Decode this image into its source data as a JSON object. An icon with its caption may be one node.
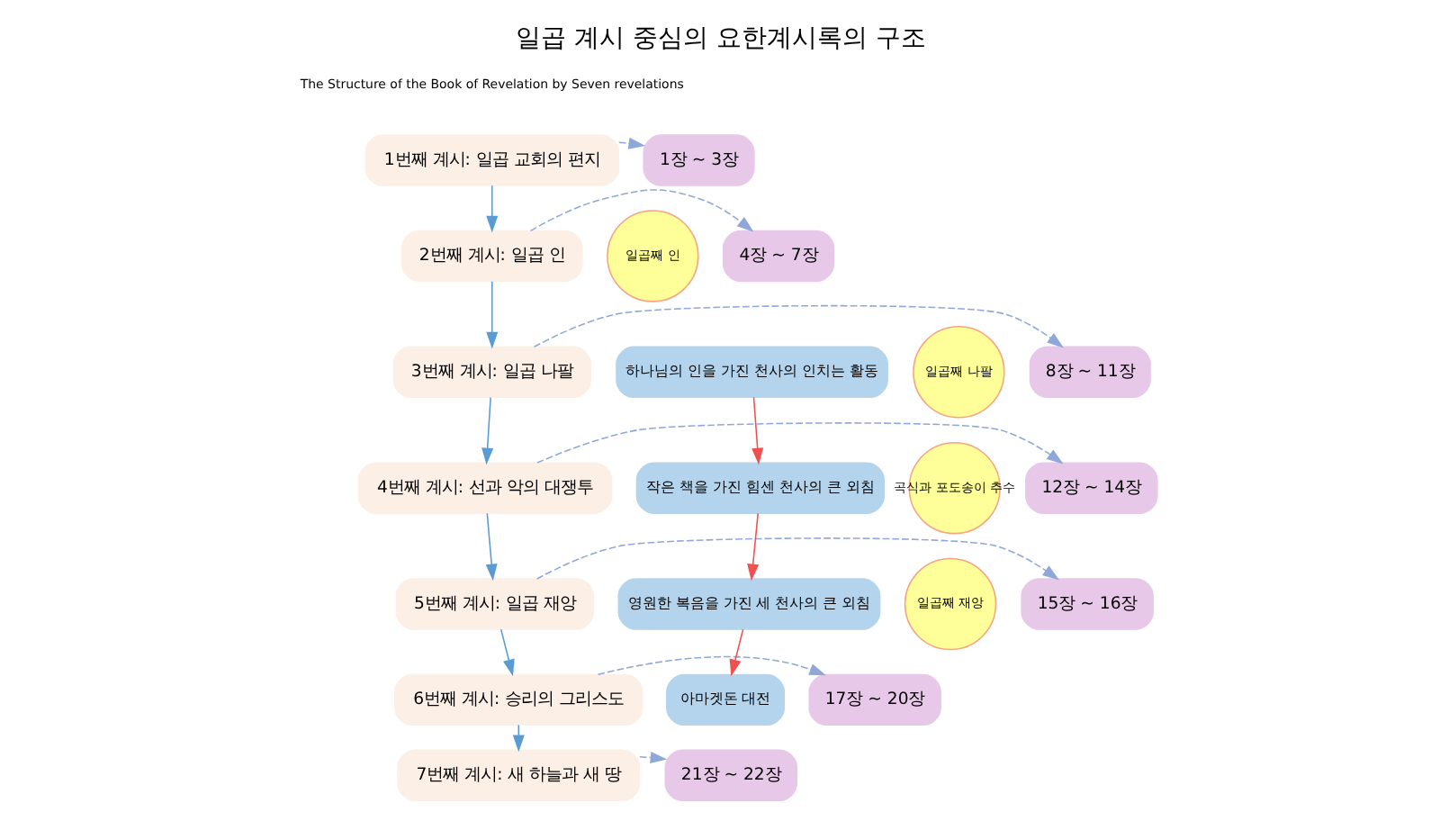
{
  "diagram": {
    "title": "일곱 계시 중심의 요한계시록의 구조",
    "nodes": [
      {
        "text": [
          "1번째 계시: 일곱 교회의 편지"
        ]
      },
      {
        "text": [
          "2번째 계시: 일곱 인"
        ]
      },
      {
        "text": [
          "3번째 계시: 일곱 나팔"
        ]
      },
      {
        "text": [
          "4번째 계시: 선과 악의 대쟁투"
        ]
      },
      {
        "text": [
          "5번째 계시: 일곱 재앙"
        ]
      },
      {
        "text": [
          "6번째 계시: 승리의 그리스도"
        ]
      },
      {
        "text": [
          "7번째 계시: 새 하늘과 새 땅"
        ]
      },
      {
        "text": [
          "1장 ~ 3장"
        ]
      },
      {
        "text": [
          "4장 ~ 7장"
        ]
      },
      {
        "text": [
          "8장 ~ 11장"
        ]
      },
      {
        "text": [
          "12장 ~ 14장"
        ]
      },
      {
        "text": [
          "15장 ~ 16장"
        ]
      },
      {
        "text": [
          "17장 ~ 20장"
        ]
      },
      {
        "text": [
          "21장 ~ 22장"
        ]
      },
      {
        "text": [
          "하나님의 인을 가진 천사의 인치는 활동"
        ]
      },
      {
        "text": [
          "작은 책을 가진 힘센 천사의 큰 외침"
        ]
      },
      {
        "text": [
          "영원한 복음을 가진 세 천사의 큰 외침"
        ]
      },
      {
        "text": [
          "아마겟돈 대전"
        ]
      },
      {
        "text": [
          "일곱째 인"
        ]
      },
      {
        "text": [
          "일곱째 나팔"
        ]
      },
      {
        "text": [
          "곡식과 포도송이 추수"
        ]
      },
      {
        "text": [
          "일곱째 재앙"
        ]
      }
    ],
    "edges": [
      {
        "from": 0,
        "to": 1,
        "arrow": "to",
        "color": "#5b9bd5"
      },
      {
        "from": 1,
        "to": 2,
        "arrow": "to",
        "color": "#5b9bd5"
      },
      {
        "from": 2,
        "to": 3,
        "arrow": "to",
        "color": "#5b9bd5"
      },
      {
        "from": 3,
        "to": 4,
        "arrow": "to",
        "color": "#5b9bd5"
      },
      {
        "from": 4,
        "to": 5,
        "arrow": "to",
        "color": "#5b9bd5"
      },
      {
        "from": 5,
        "to": 6,
        "arrow": "to",
        "color": "#5b9bd5"
      },
      {
        "from": 0,
        "to": 7,
        "arrow": "to",
        "style": "dashed"
      },
      {
        "from": 1,
        "to": 8,
        "arrow": "to",
        "style": "dashed"
      },
      {
        "from": 2,
        "to": 9,
        "arrow": "to",
        "style": "dashed"
      },
      {
        "from": 3,
        "to": 10,
        "arrow": "to",
        "style": "dashed"
      },
      {
        "from": 4,
        "to": 11,
        "arrow": "to",
        "style": "dashed"
      },
      {
        "from": 5,
        "to": 12,
        "arrow": "to",
        "style": "dashed"
      },
      {
        "from": 6,
        "to": 13,
        "arrow": "to",
        "style": "dashed"
      },
      {
        "from": 14,
        "to": 15,
        "arrow": "to",
        "color": "#f05050"
      },
      {
        "from": 15,
        "to": 16,
        "arrow": "to",
        "color": "#f05050"
      },
      {
        "from": 16,
        "to": 17,
        "arrow": "to",
        "color": "#f05050"
      }
    ],
    "labels": [
      "The Structure of the Book of Revelation by Seven revelations"
    ]
  }
}
